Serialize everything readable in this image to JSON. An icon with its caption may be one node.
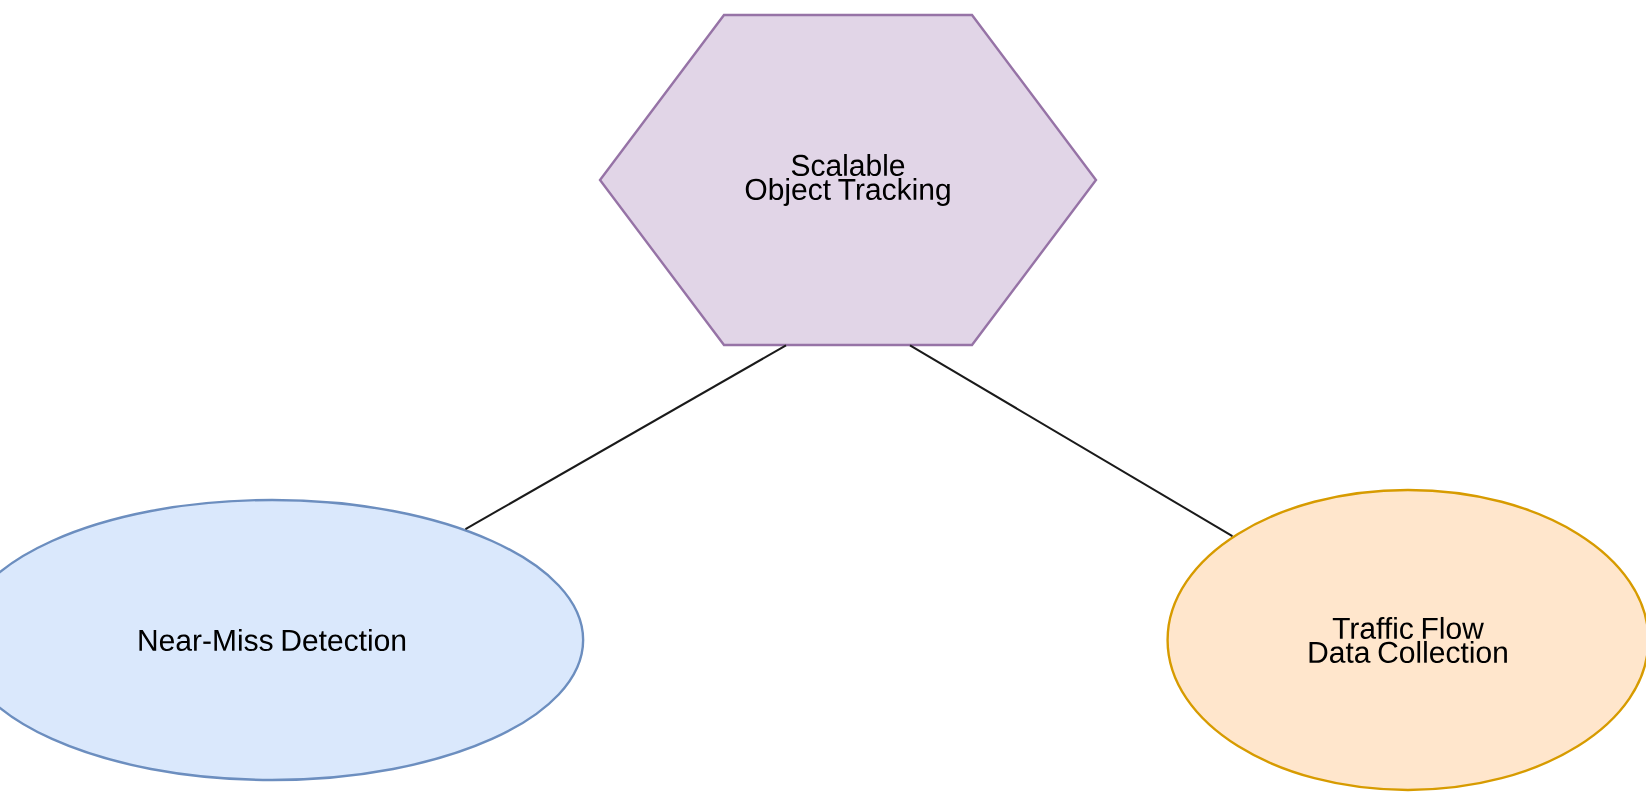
{
  "diagram": {
    "nodes": [
      {
        "text": [
          "Scalable Object Tracking"
        ]
      },
      {
        "text": [
          "Near-Miss Detection"
        ]
      },
      {
        "text": [
          "Traffic Flow Data Collection"
        ]
      }
    ],
    "edges": [
      {
        "from": 0,
        "to": 1,
        "arrow": "none"
      },
      {
        "from": 0,
        "to": 2,
        "arrow": "none"
      }
    ]
  }
}
